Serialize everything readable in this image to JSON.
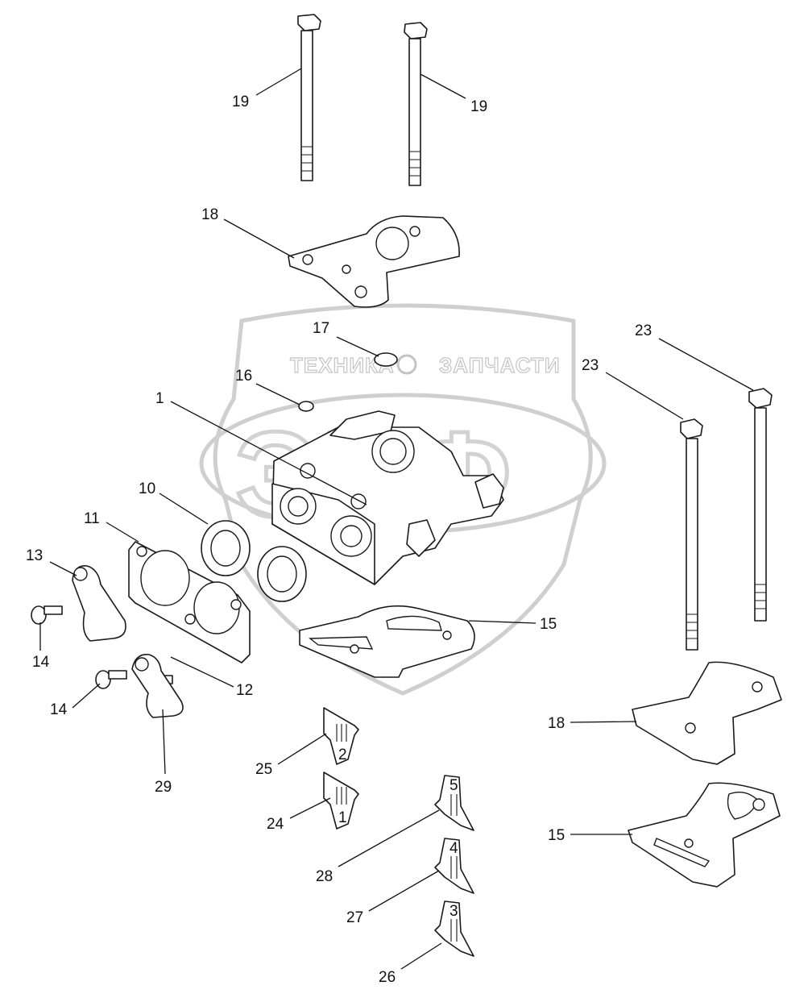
{
  "watermark": {
    "left_word": "ТЕХНИКА",
    "right_word": "ЗАПЧАСТИ",
    "monogram": "ЭПФ"
  },
  "callouts": [
    {
      "id": "c19a",
      "text": "19"
    },
    {
      "id": "c19b",
      "text": "19"
    },
    {
      "id": "c18a",
      "text": "18"
    },
    {
      "id": "c17",
      "text": "17"
    },
    {
      "id": "c16",
      "text": "16"
    },
    {
      "id": "c1",
      "text": "1"
    },
    {
      "id": "c23a",
      "text": "23"
    },
    {
      "id": "c23b",
      "text": "23"
    },
    {
      "id": "c10",
      "text": "10"
    },
    {
      "id": "c11",
      "text": "11"
    },
    {
      "id": "c13",
      "text": "13"
    },
    {
      "id": "c14a",
      "text": "14"
    },
    {
      "id": "c14b",
      "text": "14"
    },
    {
      "id": "c12",
      "text": "12"
    },
    {
      "id": "c29",
      "text": "29"
    },
    {
      "id": "c15a",
      "text": "15"
    },
    {
      "id": "c18b",
      "text": "18"
    },
    {
      "id": "c15b",
      "text": "15"
    },
    {
      "id": "c25",
      "text": "25"
    },
    {
      "id": "c24",
      "text": "24"
    },
    {
      "id": "c28",
      "text": "28"
    },
    {
      "id": "c27",
      "text": "27"
    },
    {
      "id": "c26",
      "text": "26"
    }
  ],
  "decals": [
    {
      "id": "d25",
      "number": "2"
    },
    {
      "id": "d24",
      "number": "1"
    },
    {
      "id": "d28",
      "number": "5"
    },
    {
      "id": "d27",
      "number": "4"
    },
    {
      "id": "d26",
      "number": "3"
    }
  ]
}
